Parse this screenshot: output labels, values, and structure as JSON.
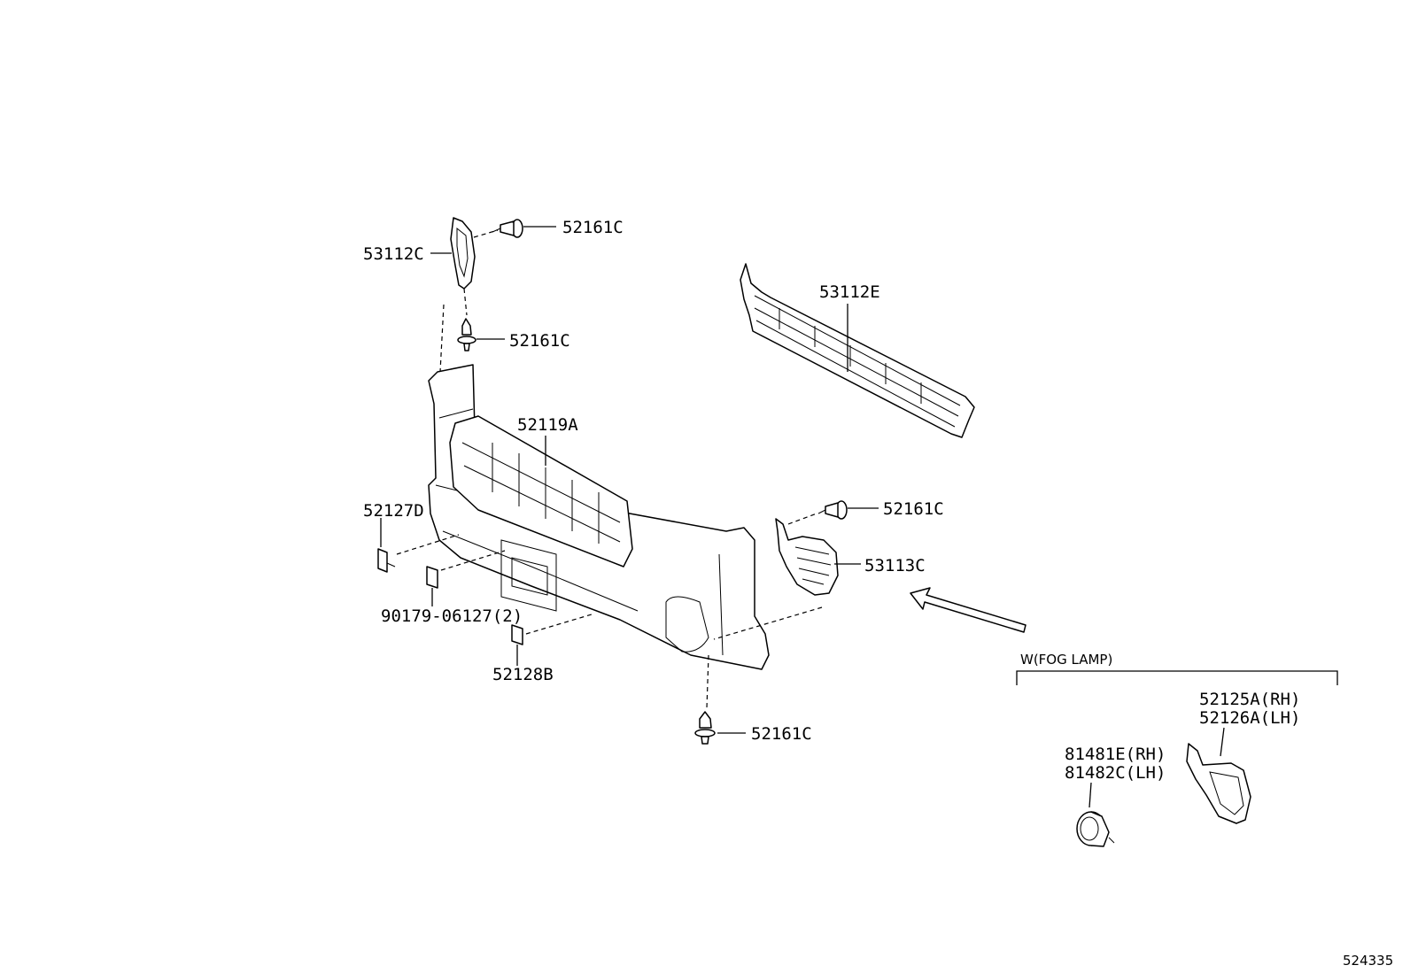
{
  "callouts": {
    "c52161c_top": "52161C",
    "c53112c": "53112C",
    "c52161c_mid": "52161C",
    "c53112e": "53112E",
    "c52119a": "52119A",
    "c52127d": "52127D",
    "c52161c_right": "52161C",
    "c53113c": "53113C",
    "c90179": "90179-06127(2)",
    "c52128b": "52128B",
    "c52161c_bottom": "52161C"
  },
  "fog_lamp_group": {
    "heading": "W(FOG LAMP)",
    "c52125a": "52125A(RH)",
    "c52126a": "52126A(LH)",
    "c81481e": "81481E(RH)",
    "c81482c": "81482C(LH)"
  },
  "diagram_id": "524335"
}
